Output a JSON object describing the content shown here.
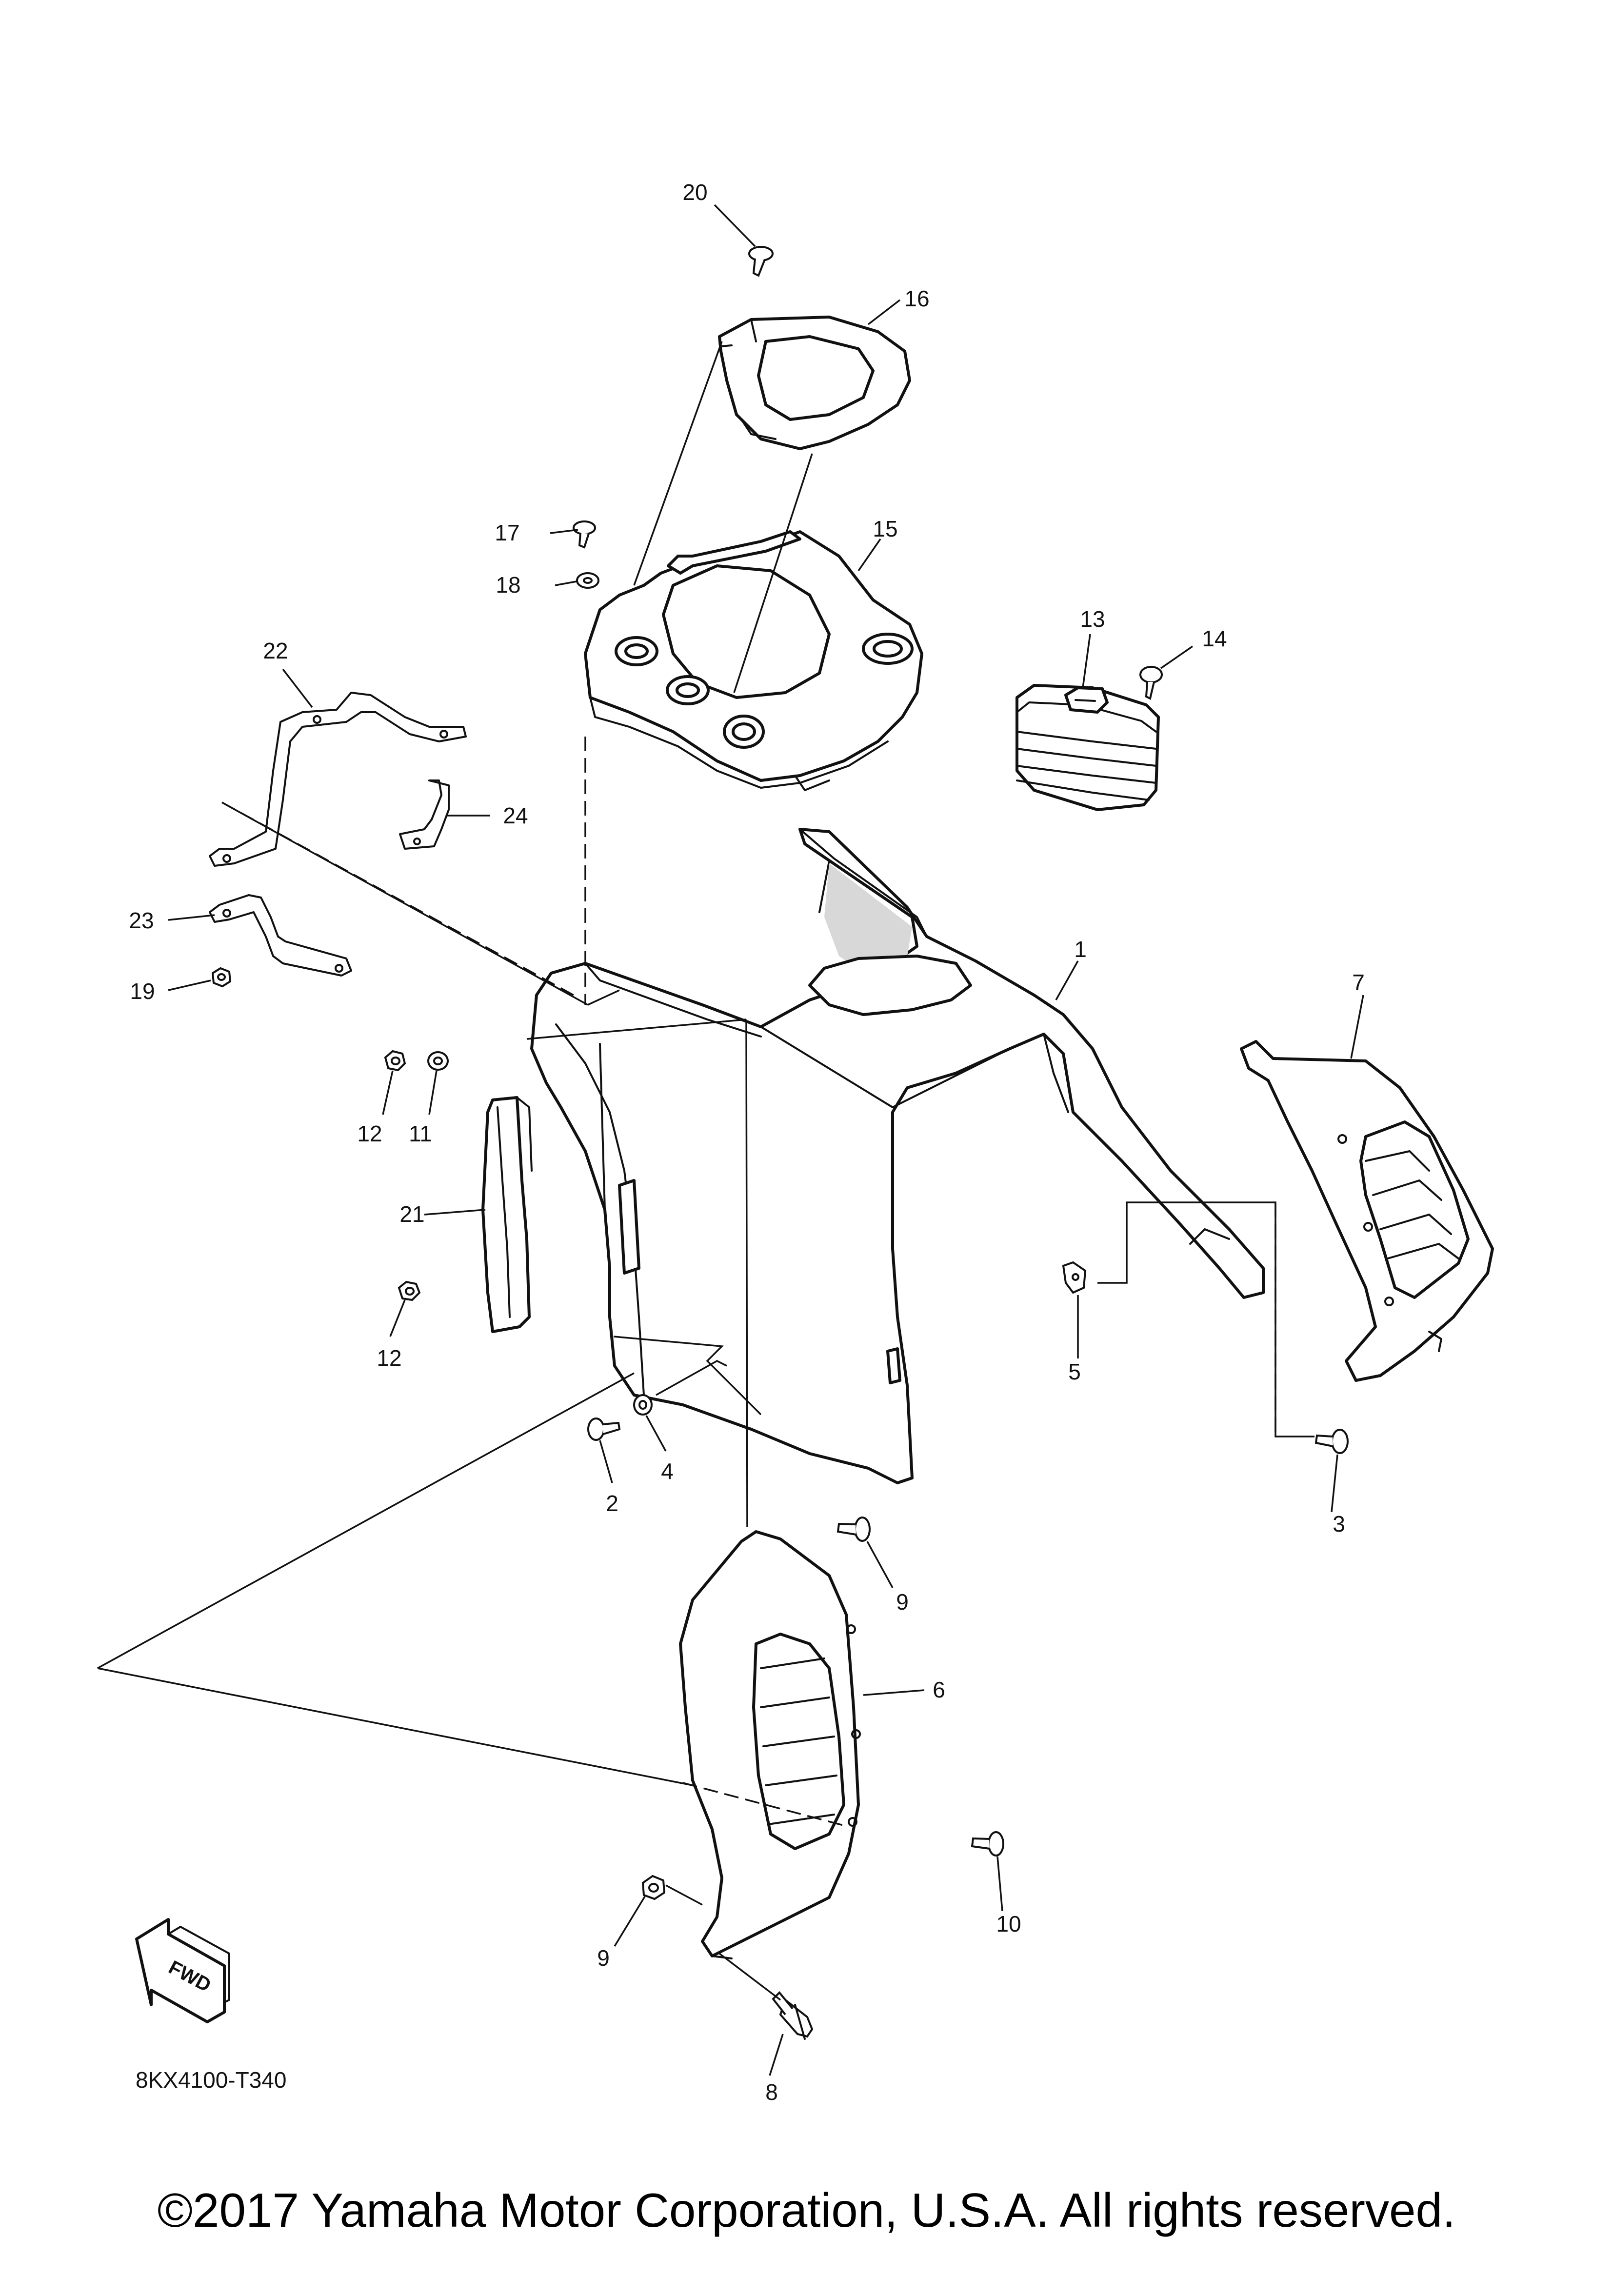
{
  "callouts": {
    "p1": "1",
    "p2": "2",
    "p3": "3",
    "p4": "4",
    "p5": "5",
    "p6": "6",
    "p7": "7",
    "p8": "8",
    "p9a": "9",
    "p9b": "9",
    "p10": "10",
    "p11": "11",
    "p12a": "12",
    "p12b": "12",
    "p13": "13",
    "p14": "14",
    "p15": "15",
    "p16": "16",
    "p17": "17",
    "p18": "18",
    "p19": "19",
    "p20": "20",
    "p21": "21",
    "p22": "22",
    "p23": "23",
    "p24": "24"
  },
  "fwd_label": "FWD",
  "catalog_code": "8KX4100-T340",
  "copyright": "©2017 Yamaha Motor Corporation, U.S.A. All rights reserved."
}
